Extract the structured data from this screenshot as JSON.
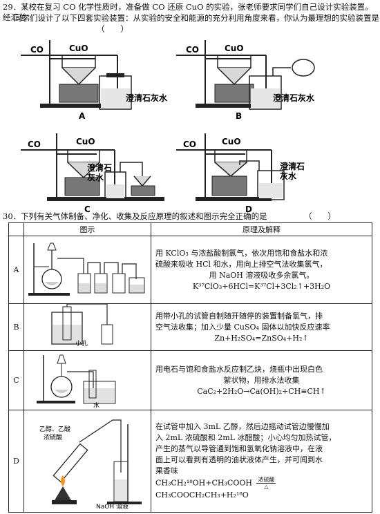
{
  "q29": {
    "line1": "29．某校在复习 CO 化学性质时，准备做 CO 还原 CuO 的实验，张老师要求同学们自己设计实验装置。经汇总，",
    "line2": "同学们设计了以下四套实验装置：从实验的安全和能源的充分利用角度来看，你认为最理想的实验装置是",
    "blank": "（　　）",
    "labels": {
      "co": "CO",
      "cuo": "CuO",
      "limewater": "澄清石灰水",
      "limewater_a": "澄清石",
      "limewater_b": "灰水",
      "A": "A",
      "B": "B",
      "C": "C",
      "D": "D"
    }
  },
  "q30": {
    "stem": "30．下列有关气体制备、净化、收集及反应原理的叙述和图示完全正确的是",
    "blank": "（　　）",
    "header": {
      "figure": "图示",
      "principle": "原理及解释"
    },
    "rows": [
      {
        "label": "A",
        "lines": [
          "用 KClO₃ 与浓盐酸制氯气，依次用饱和食盐水和浓",
          "硫酸来吸收 HCl 和水，用向上排空气法收集氯气，",
          "用 NaOH 溶液吸收多余氯气。"
        ],
        "equation": "K³⁷ClO₃+6HCl=K³⁷Cl+3Cl₂↑+3H₂O"
      },
      {
        "label": "B",
        "lines": [
          "用带小孔的试管自制随开随停的装置制备氢气，排",
          "空气法收集；加入少量 CuSO₄ 固体以加快反应速率"
        ],
        "equation": "Zn+H₂SO₄=ZnSO₄+H₂↑",
        "fig_text": "小孔"
      },
      {
        "label": "C",
        "lines": [
          "用电石与饱和食盐水反应制乙炔，烧瓶中出现白色",
          "絮状物，用排水法收集"
        ],
        "equation": "CaC₂+2H₂O→Ca(OH)₂+CH≡CH↑",
        "fig_text": "水"
      },
      {
        "label": "D",
        "lines": [
          "在试管中加入 3mL 乙醇，然后边摇动试管边慢慢加",
          "入 2mL 浓硫酸和 2mL 冰醋酸；小心均匀加热试管，",
          "产生的蒸气以导管通到饱和氢氧化钠溶液中，在液",
          "面上可以看到有透明的油状液体产生，并可闻到水",
          "果香味"
        ],
        "eq1": "CH₃CH₂¹⁸OH+CH₃COOH",
        "eq_cond_top": "浓硫酸",
        "eq_cond_bottom": "△",
        "eq2": "CH₃COOCH₂CH₃+H₂¹⁸O",
        "fig_text_1": "乙醇、乙酸",
        "fig_text_2": "浓硫酸",
        "fig_text_3": "NaOH 溶液"
      }
    ]
  }
}
